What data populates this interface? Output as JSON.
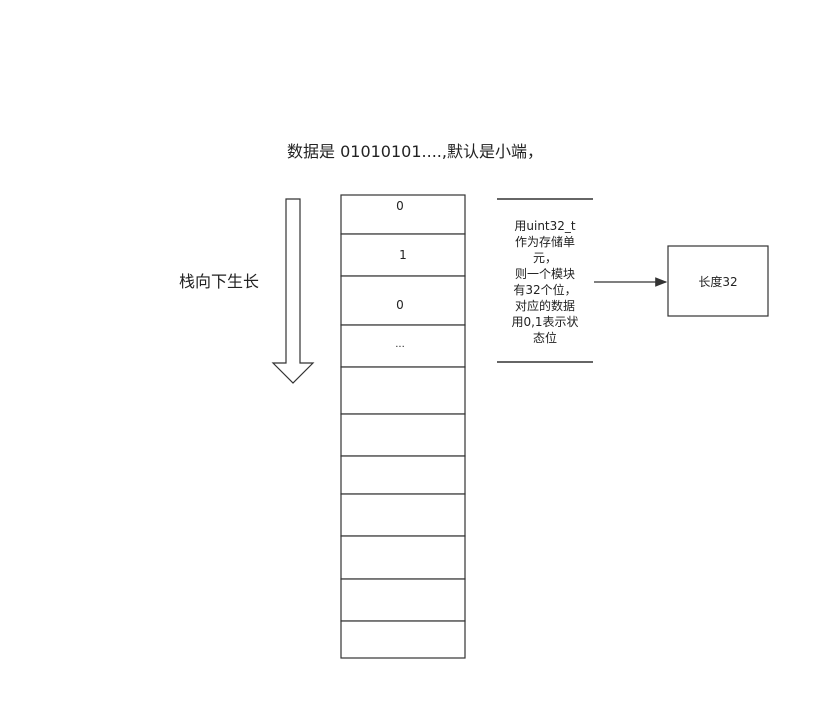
{
  "title": "数据是 01010101....,默认是小端，",
  "direction_label": "栈向下生长",
  "stack_cells": [
    "0",
    "1",
    "0",
    "...",
    "",
    "",
    "",
    "",
    "",
    "",
    ""
  ],
  "note": "用uint32_t\n作为存储单\n元，\n则一个模块\n有32个位，\n对应的数据\n用0,1表示状\n态位",
  "length_box": "长度32",
  "colors": {
    "stroke": "#333333",
    "text": "#222222"
  }
}
